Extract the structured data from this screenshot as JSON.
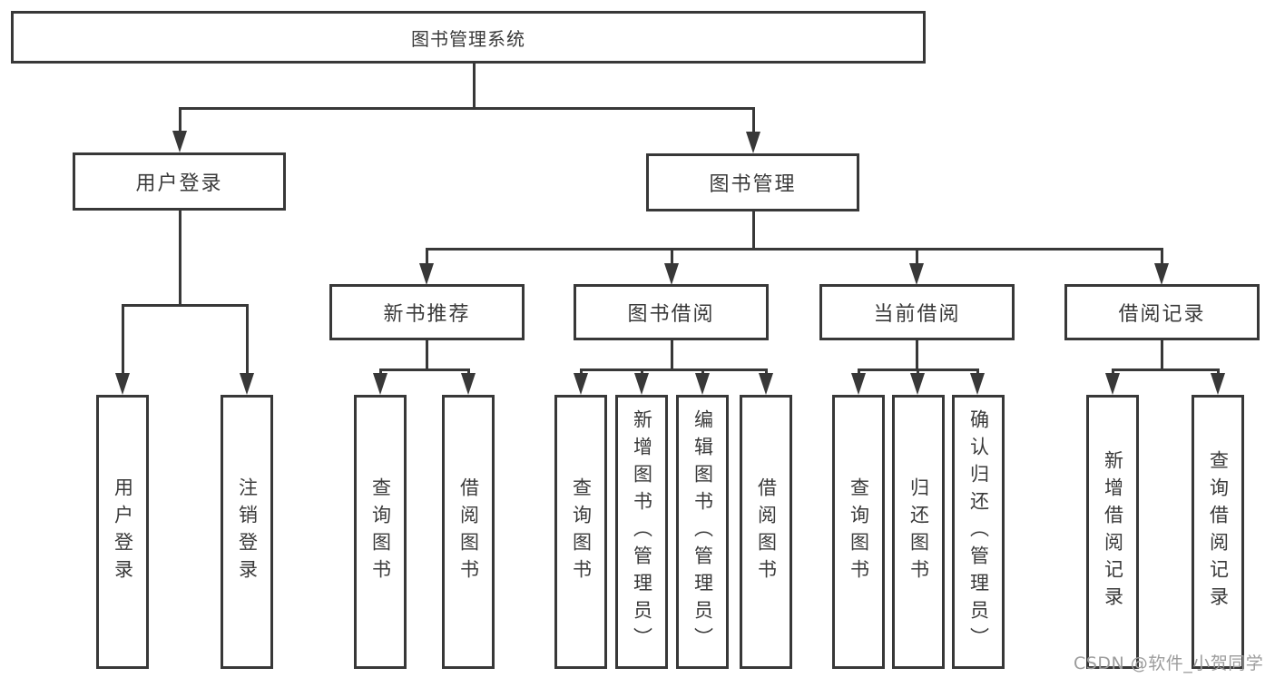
{
  "diagram": {
    "title": "图书管理系统",
    "root": {
      "label": "图书管理系统"
    },
    "level2": [
      {
        "label": "用户登录"
      },
      {
        "label": "图书管理"
      }
    ],
    "level3": [
      {
        "label": "新书推荐"
      },
      {
        "label": "图书借阅"
      },
      {
        "label": "当前借阅"
      },
      {
        "label": "借阅记录"
      }
    ],
    "leaves": {
      "user_login": [
        "用户登录",
        "注销登录"
      ],
      "new_book_recommend": [
        "查询图书",
        "借阅图书"
      ],
      "book_borrow": [
        "查询图书",
        "新增图书（管理员）",
        "编辑图书（管理员）",
        "借阅图书"
      ],
      "current_borrow": [
        "查询图书",
        "归还图书",
        "确认归还（管理员）"
      ],
      "borrow_record": [
        "新增借阅记录",
        "查询借阅记录"
      ]
    }
  },
  "watermark": {
    "text": "CSDN @软件_小贺同学"
  },
  "colors": {
    "line": "#383838",
    "text": "#3a3a3a",
    "box_background": "#ffffff",
    "watermark": "#9c9c9c",
    "page_background": "#ffffff"
  }
}
